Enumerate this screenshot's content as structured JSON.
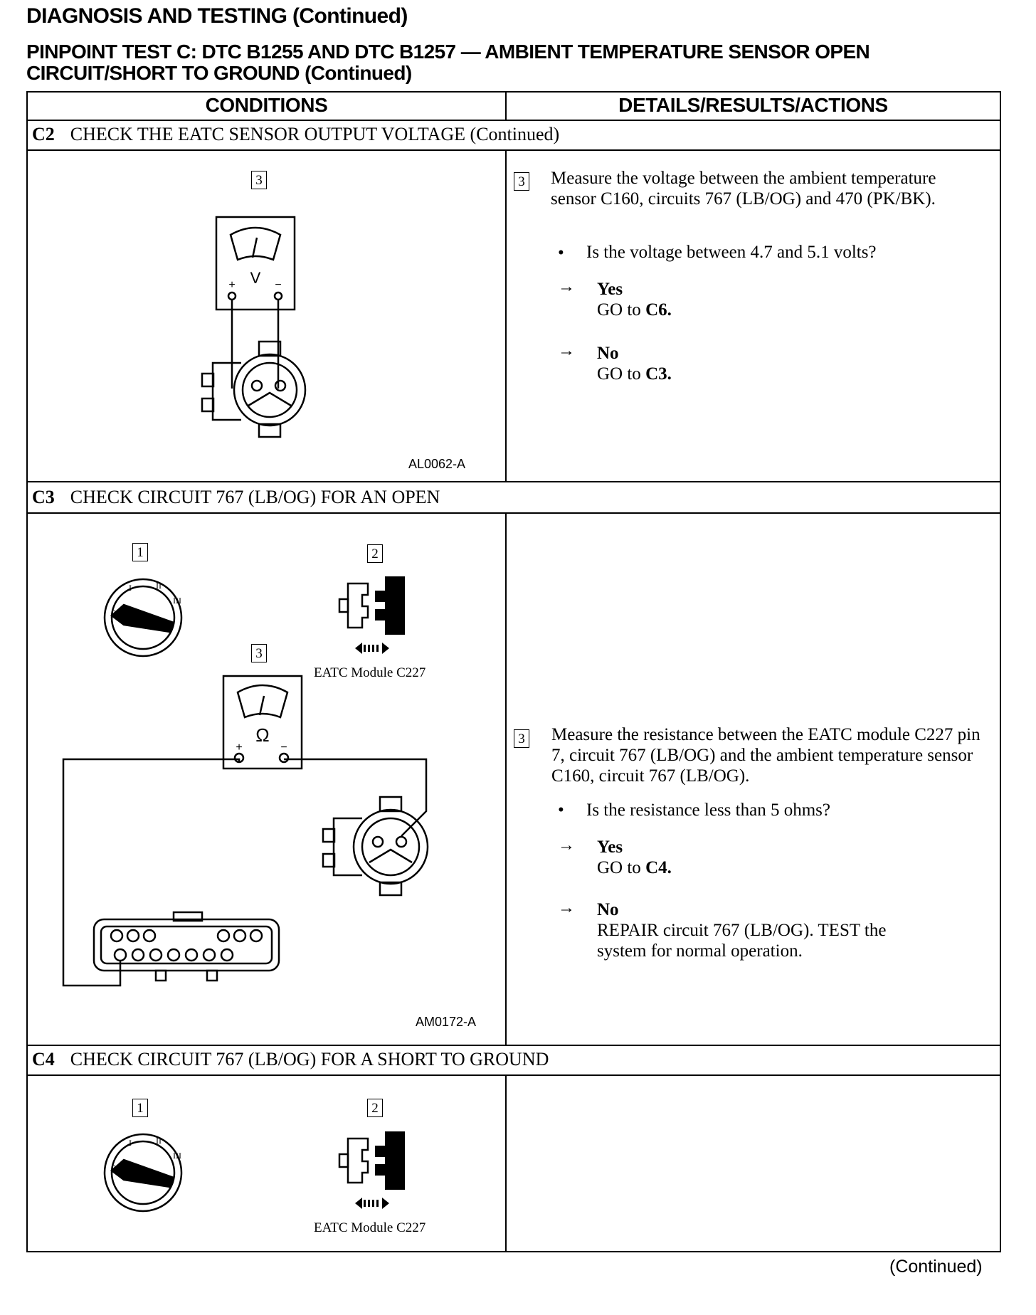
{
  "page": {
    "section_title": "DIAGNOSIS AND TESTING (Continued)",
    "test_title": "PINPOINT TEST C:  DTC B1255 AND DTC B1257 — AMBIENT TEMPERATURE SENSOR OPEN CIRCUIT/SHORT TO GROUND (Continued)",
    "footer": "(Continued)"
  },
  "table": {
    "col_conditions": "CONDITIONS",
    "col_details": "DETAILS/RESULTS/ACTIONS",
    "steps": [
      {
        "id": "C2",
        "title": "CHECK THE EATC SENSOR OUTPUT VOLTAGE (Continued)",
        "figure": {
          "step_box": "3",
          "meter_symbol": "V",
          "code": "AL0062-A",
          "icon": "voltmeter-sensor-diagram-icon"
        },
        "action": {
          "step_box": "3",
          "text": "Measure the voltage between the ambient temperature sensor C160, circuits 767 (LB/OG) and 470 (PK/BK).",
          "question": "Is the voltage between 4.7 and 5.1 volts?",
          "yes_label": "Yes",
          "yes_text": "GO to",
          "yes_target": "C6.",
          "no_label": "No",
          "no_text": "GO to",
          "no_target": "C3."
        }
      },
      {
        "id": "C3",
        "title": "CHECK CIRCUIT 767 (LB/OG) FOR AN OPEN",
        "figure_top": {
          "box1": "1",
          "box2": "2",
          "caption": "EATC Module C227",
          "icons": [
            "ignition-switch-icon",
            "connector-disconnect-icon"
          ]
        },
        "figure": {
          "step_box": "3",
          "meter_symbol": "Ω",
          "code": "AM0172-A",
          "icon": "ohmmeter-module-sensor-diagram-icon"
        },
        "action": {
          "step_box": "3",
          "text": "Measure the resistance between the EATC module C227 pin 7, circuit 767 (LB/OG) and the ambient temperature sensor C160, circuit 767 (LB/OG).",
          "question": "Is the resistance less than 5 ohms?",
          "yes_label": "Yes",
          "yes_text": "GO to",
          "yes_target": "C4.",
          "no_label": "No",
          "no_text": "REPAIR circuit 767 (LB/OG). TEST the system for normal operation."
        }
      },
      {
        "id": "C4",
        "title": "CHECK CIRCUIT 767 (LB/OG) FOR A SHORT TO GROUND",
        "figure_top": {
          "box1": "1",
          "box2": "2",
          "caption": "EATC Module C227",
          "icons": [
            "ignition-switch-icon",
            "connector-disconnect-icon"
          ]
        }
      }
    ]
  }
}
